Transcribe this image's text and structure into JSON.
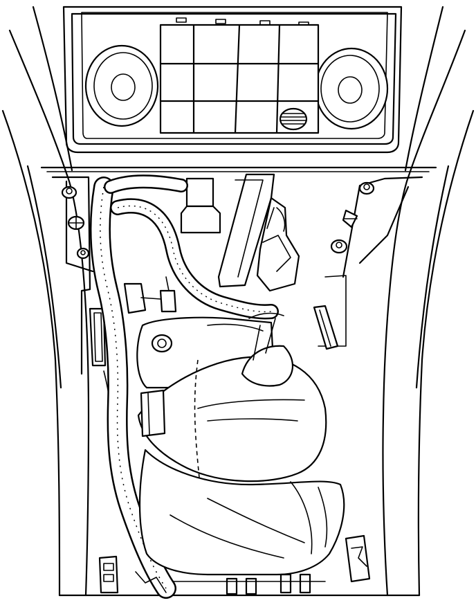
{
  "figure": {
    "caption": "",
    "components": [
      "center-console-trim",
      "radio-control-panel",
      "left-air-vent",
      "right-air-vent",
      "display-grid",
      "speaker-grille",
      "wiring-harness",
      "shifter-bracket",
      "shift-boot",
      "mounting-bolts"
    ]
  }
}
